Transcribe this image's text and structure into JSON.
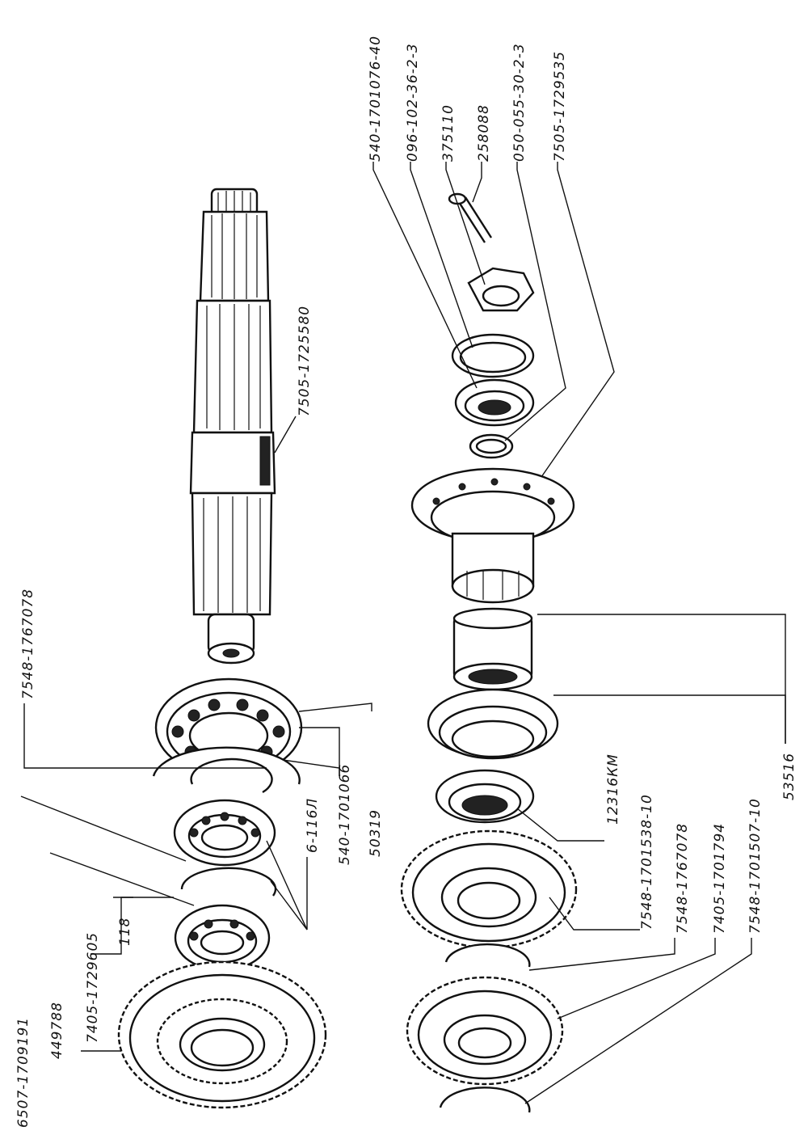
{
  "labels": {
    "l01": "540-1701076-40",
    "l02": "096-102-36-2-3",
    "l03": "375110",
    "l04": "258088",
    "l05": "050-055-30-2-3",
    "l06": "7505-1729535",
    "l07": "7505-1725580",
    "l08": "7548-1767078",
    "l09": "6507-1709191",
    "l10": "449788",
    "l11": "7405-1729605",
    "l12": "118",
    "l13": "6-116Л",
    "l14": "540-1701066",
    "l15": "50319",
    "l16": "12316КМ",
    "l17": "7548-1701538-10",
    "l18": "7548-1767078",
    "l19": "7405-1701794",
    "l20": "7548-1701507-10",
    "l21": "53516"
  }
}
